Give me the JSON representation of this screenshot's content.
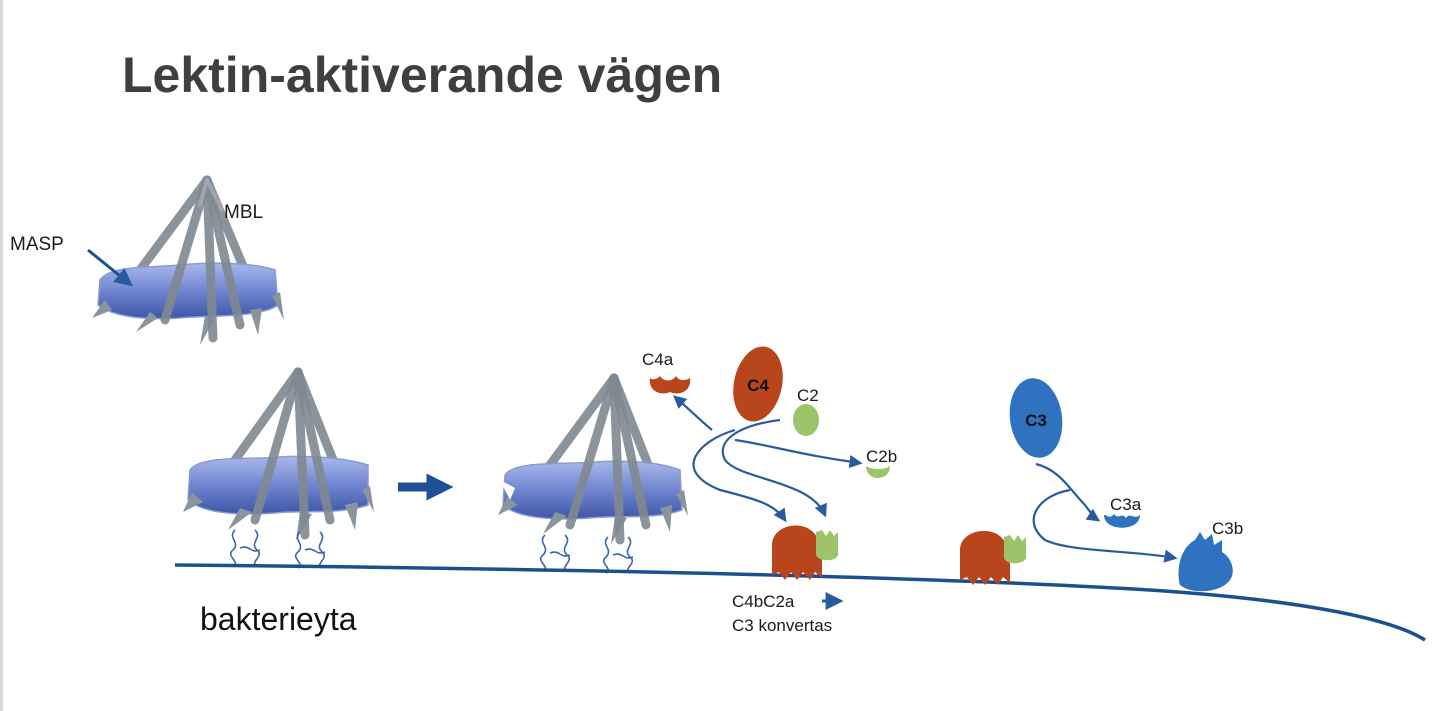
{
  "title": "Lektin-aktiverande vägen",
  "labels": {
    "masp": "MASP",
    "mbl": "MBL",
    "surface": "bakterieyta",
    "c4a": "C4a",
    "c4": "C4",
    "c2": "C2",
    "c2b": "C2b",
    "c3": "C3",
    "c3a": "C3a",
    "c3b": "C3b",
    "convertase_line1": "C4bC2a",
    "convertase_line2": "C3 konvertas"
  },
  "colors": {
    "masp_body": "#5f77c8",
    "c4_red": "#b8451c",
    "c2_green": "#9dc46a",
    "c3_blue": "#2f73c0",
    "arrow_blue": "#2a5aa0",
    "membrane": "#1d4f8e"
  }
}
